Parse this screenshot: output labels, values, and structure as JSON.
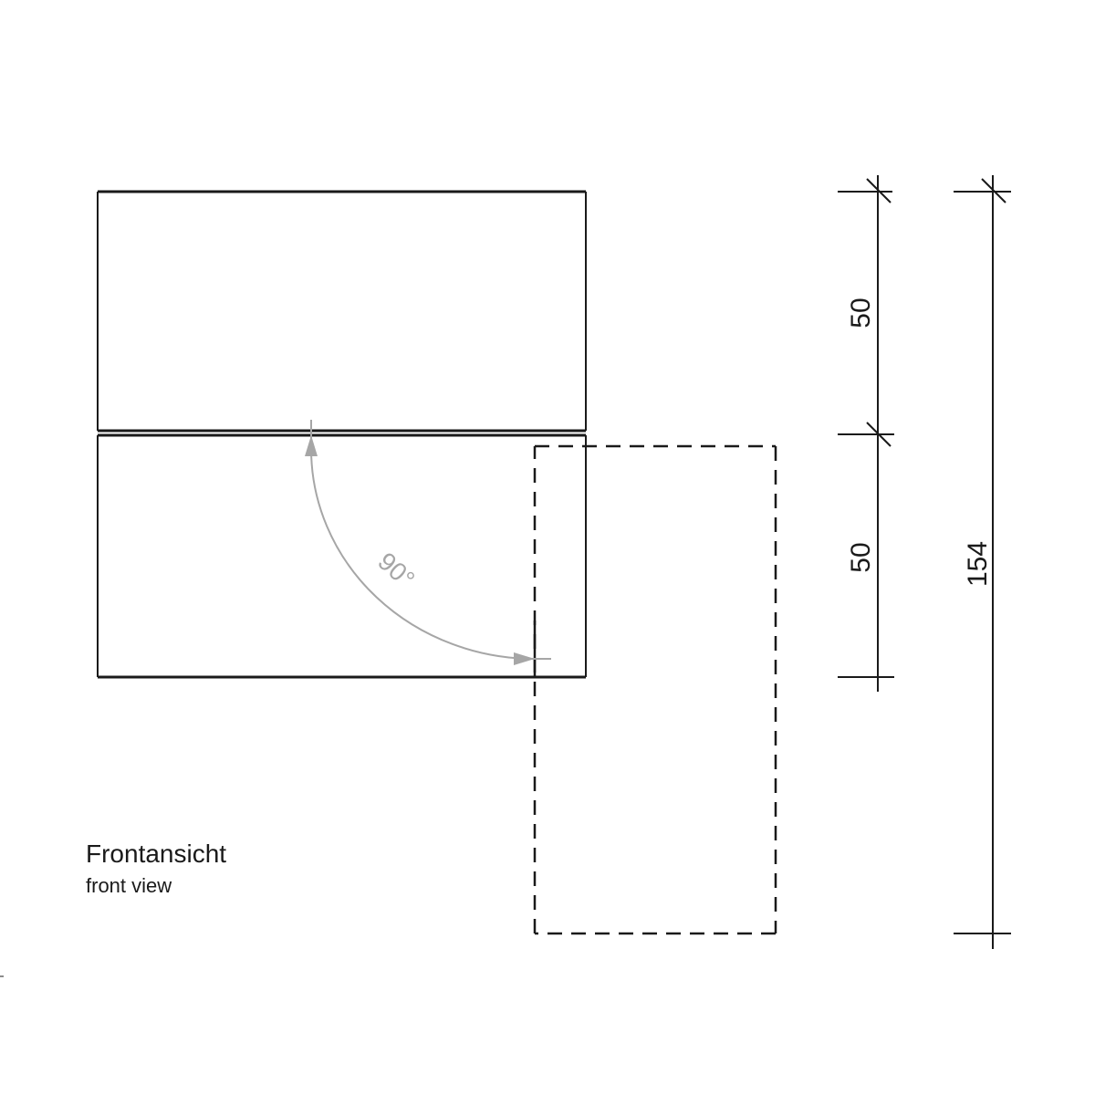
{
  "drawing": {
    "caption": {
      "title": "Frontansicht",
      "subtitle": "front view"
    },
    "angle": {
      "label": "90°",
      "color": "#a6a6a6"
    },
    "dimensions": {
      "upper_panel": "50",
      "lower_panel": "50",
      "total": "154"
    },
    "colors": {
      "line": "#1a1a1a",
      "arc": "#a6a6a6"
    }
  }
}
